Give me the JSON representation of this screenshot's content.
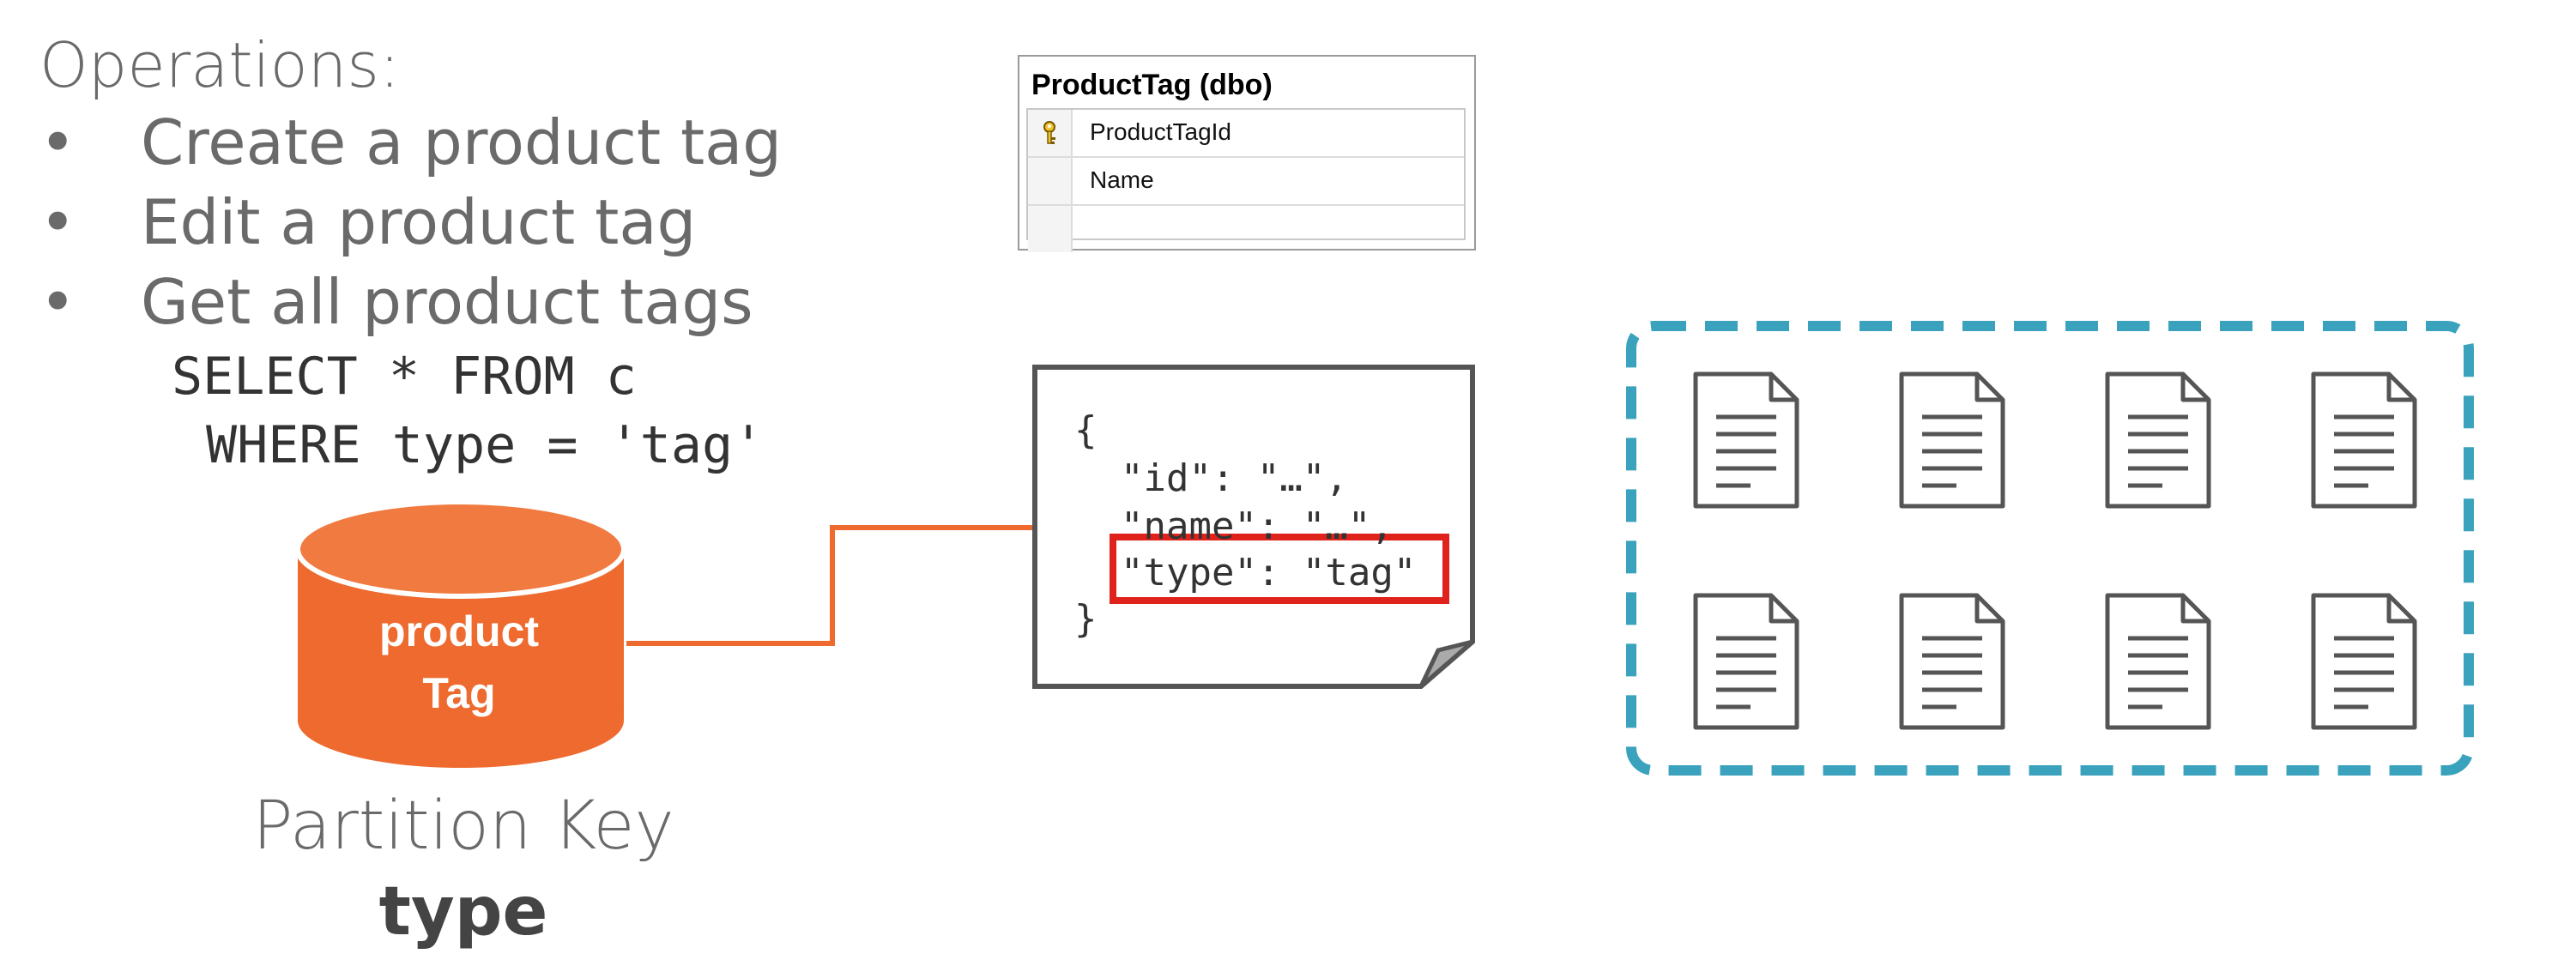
{
  "operations": {
    "title": "Operations:",
    "items": [
      "Create a product tag",
      "Edit a product tag",
      "Get all product tags"
    ],
    "bullet": "•",
    "query_line1": "SELECT * FROM c",
    "query_line2": "WHERE type = 'tag'"
  },
  "table_designer": {
    "title": "ProductTag (dbo)",
    "columns": [
      "ProductTagId",
      "Name"
    ]
  },
  "json_document": {
    "open_brace": "{",
    "id_line": "\"id\": \"…\",",
    "name_line": "\"name\": \"…\",",
    "type_line": "\"type\": \"tag\"",
    "close_brace": "}"
  },
  "container": {
    "label_line1": "product",
    "label_line2": "Tag"
  },
  "partition_key": {
    "title": "Partition Key",
    "value": "type"
  },
  "colors": {
    "orange": "#ee6a2e",
    "teal_dashed": "#3aa2bd",
    "highlight_red": "#e0221c",
    "doc_stroke": "#555555"
  }
}
